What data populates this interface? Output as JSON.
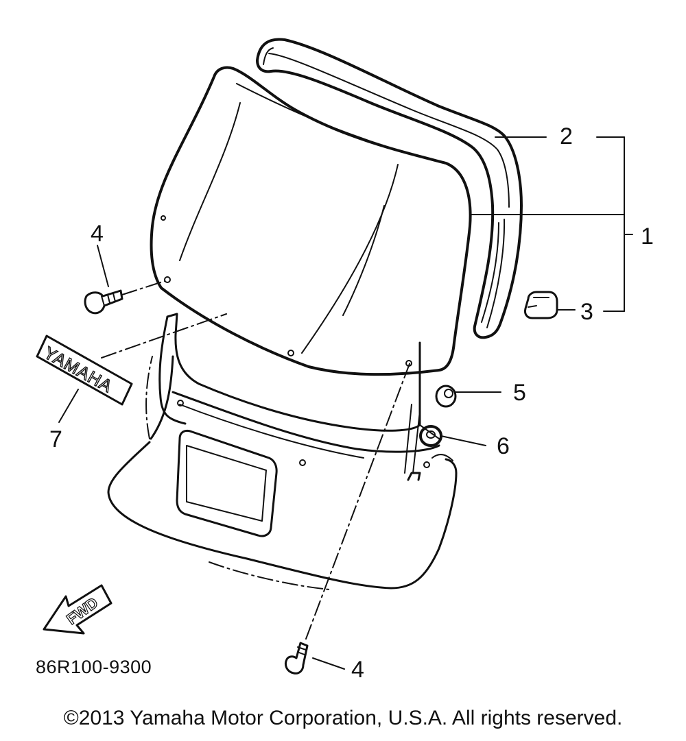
{
  "callouts": {
    "part_1": "1",
    "part_2": "2",
    "part_3": "3",
    "part_4_upper": "4",
    "part_4_lower": "4",
    "part_5": "5",
    "part_6": "6",
    "part_7": "7"
  },
  "decal_text": "YAMAHA",
  "fwd_label": "FWD",
  "diagram_code": "86R100-9300",
  "copyright": "©2013 Yamaha Motor Corporation, U.S.A. All rights reserved."
}
